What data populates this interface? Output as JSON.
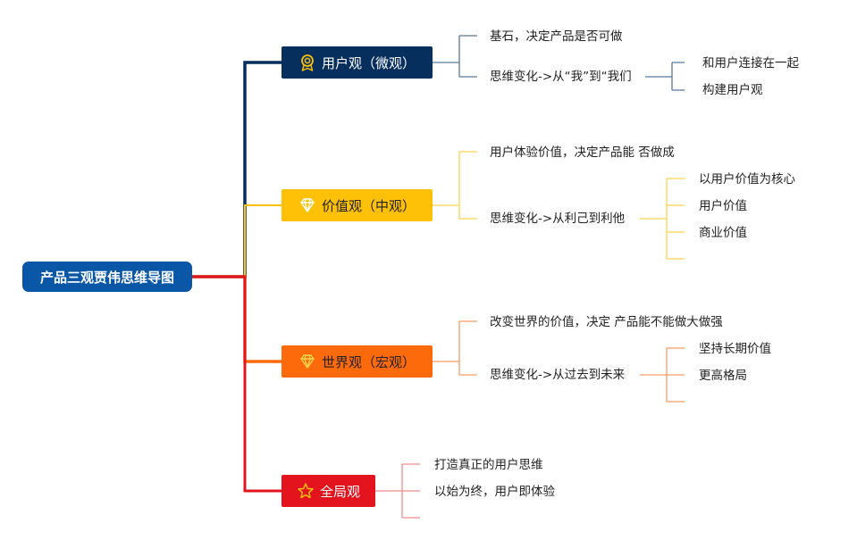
{
  "root": "产品三观贾伟思维导图",
  "colors": {
    "root": "#0a57a8",
    "b1": "#062f5e",
    "b2": "#ffc107",
    "b3": "#fd6a0c",
    "b4": "#e3141d"
  },
  "branches": [
    {
      "label": "用户观（微观）",
      "icon": "award-medal-icon",
      "items": [
        {
          "text": "基石，决定产品是否可做"
        },
        {
          "text": "思维变化->从“我”到“我们",
          "children": [
            "和用户连接在一起",
            "构建用户观"
          ]
        }
      ]
    },
    {
      "label": "价值观（中观）",
      "icon": "diamond-icon",
      "items": [
        {
          "text": "用户体验价值，决定产品能 否做成"
        },
        {
          "text": "思维变化->从利己到利他",
          "children": [
            "以用户价值为核心",
            "用户价值",
            "商业价值"
          ]
        }
      ]
    },
    {
      "label": "世界观（宏观）",
      "icon": "diamond-icon",
      "items": [
        {
          "text": "改变世界的价值，决定 产品能不能做大做强"
        },
        {
          "text": "思维变化->从过去到未来",
          "children": [
            "坚持长期价值",
            "更高格局"
          ]
        }
      ]
    },
    {
      "label": "全局观",
      "icon": "star-icon",
      "items": [
        {
          "text": "打造真正的用户思维"
        },
        {
          "text": "以始为终，用户即体验"
        }
      ]
    }
  ]
}
